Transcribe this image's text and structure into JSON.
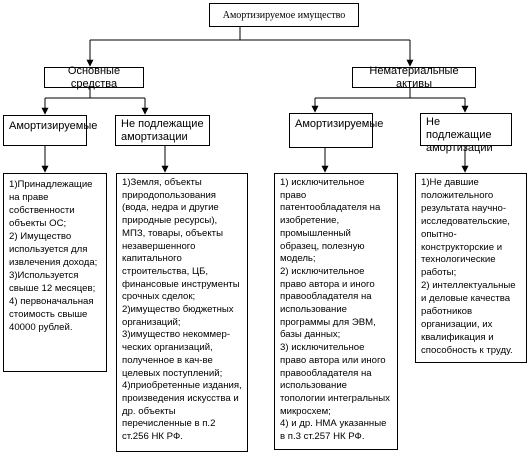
{
  "root": {
    "label": "Амортизируемое имущество"
  },
  "main_assets": {
    "label": "Основные средства",
    "depreciable": {
      "label": "Амортизируемые",
      "items": [
        "1)Принадлежащие на праве собственности объекты ОС;",
        "2) Имущество используется для извлечения дохода;",
        "3)Используется свыше 12 месяцев;",
        "4) первоначальная стоимость свыше 40000 рублей."
      ]
    },
    "non_depreciable": {
      "label": "Не подлежащие амортизации",
      "items": [
        "1)Земля, объекты природопользования (вода, недра и другие природные ресурсы), МПЗ, товары, объекты незавершенного капитального строительства, ЦБ, финансовые инструменты срочных сделок;",
        "2)имущество бюджетных организаций;",
        "3)имущество некоммер-ческих организаций, полученное в кач-ве целевых поступлений;",
        "4)приобретенные издания, произведения искусства и др. объекты перечисленные в п.2 ст.256 НК РФ."
      ]
    }
  },
  "intangible_assets": {
    "label": "Нематериальные активы",
    "depreciable": {
      "label": "Амортизируемые",
      "items": [
        "1) исключительное право патентообладателя на изобретение, промышленный образец, полезную модель;",
        "2) исключительное право автора и иного правообладателя на использование программы для ЭВМ, базы данных;",
        "3) исключительное право автора или иного правообладателя на использование топологии интегральных микросхем;",
        "4) и др. НМА указанные в п.3 ст.257 НК РФ."
      ]
    },
    "non_depreciable": {
      "label": "Не подлежащие амортизации",
      "items": [
        "1)Не давшие положительного результата научно-исследовательские, опытно-конструкторские и технологические работы;",
        "2) интеллектуальные и деловые качества работников организации, их квалификация и способность к труду."
      ]
    }
  }
}
